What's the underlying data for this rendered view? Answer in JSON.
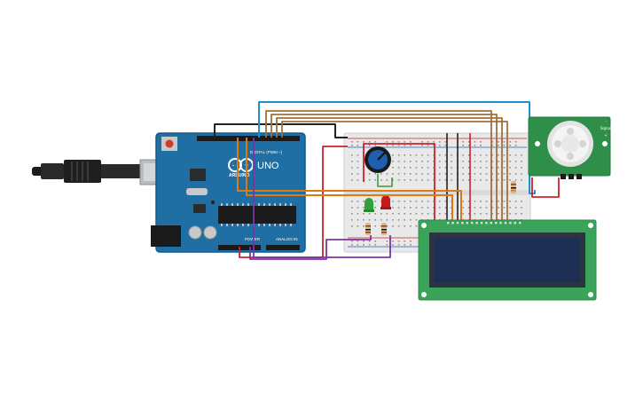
{
  "arduino": {
    "model": "UNO",
    "brand": "ARDUINO",
    "digital_label": "DIGITAL (PWM ~)",
    "power_label": "POWER",
    "analog_label": "ANALOG IN"
  },
  "pir_sensor": {
    "pin_labels": [
      "-",
      "Signal",
      "+"
    ]
  },
  "colors": {
    "board": "#1f6fa5",
    "breadboard": "#e9e9e9",
    "lcd_pcb": "#3aa35a",
    "lcd_screen": "#1e2f55",
    "pir_pcb": "#2f8f4a",
    "wire_black": "#222222",
    "wire_red": "#d0202a",
    "wire_orange": "#e07a10",
    "wire_purple": "#7a35a6",
    "wire_blue": "#1e8fcf",
    "wire_brown": "#a0703a",
    "wire_green": "#3c9a3c"
  },
  "components": [
    "usb-cable",
    "arduino-uno",
    "breadboard",
    "potentiometer",
    "green-led",
    "red-led",
    "resistors",
    "lcd-16x2",
    "pir-sensor"
  ]
}
